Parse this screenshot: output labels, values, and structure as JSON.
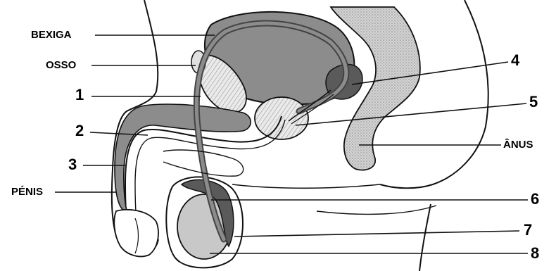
{
  "labels": {
    "bexiga": "BEXIGA",
    "osso": "OSSO",
    "penis": "PÉNIS",
    "anus": "ÂNUS",
    "n1": "1",
    "n2": "2",
    "n3": "3",
    "n4": "4",
    "n5": "5",
    "n6": "6",
    "n7": "7",
    "n8": "8"
  },
  "colors": {
    "line": "#111111",
    "organ_gray": "#8c8c8c",
    "dark_gray": "#5a5a5a",
    "light_gray": "#c8c8c8",
    "stipple": "#b0b0b0"
  }
}
